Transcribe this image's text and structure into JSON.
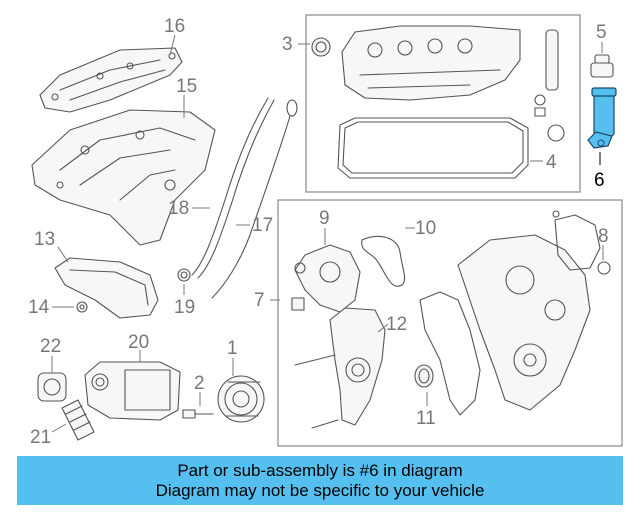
{
  "callouts": {
    "c1": "1",
    "c2": "2",
    "c3": "3",
    "c4": "4",
    "c5": "5",
    "c6": "6",
    "c7": "7",
    "c8": "8",
    "c9": "9",
    "c10": "10",
    "c11": "11",
    "c12": "12",
    "c13": "13",
    "c14": "14",
    "c15": "15",
    "c16": "16",
    "c17": "17",
    "c18": "18",
    "c19": "19",
    "c20": "20",
    "c21": "21",
    "c22": "22"
  },
  "banner": {
    "line1": "Part or sub-assembly is #6 in diagram",
    "line2": "Diagram may not be specific to your vehicle"
  },
  "colors": {
    "banner_bg": "#55bff0",
    "highlight_part": "#55bff0",
    "line_art": "#555555",
    "callout_text": "#777777"
  }
}
